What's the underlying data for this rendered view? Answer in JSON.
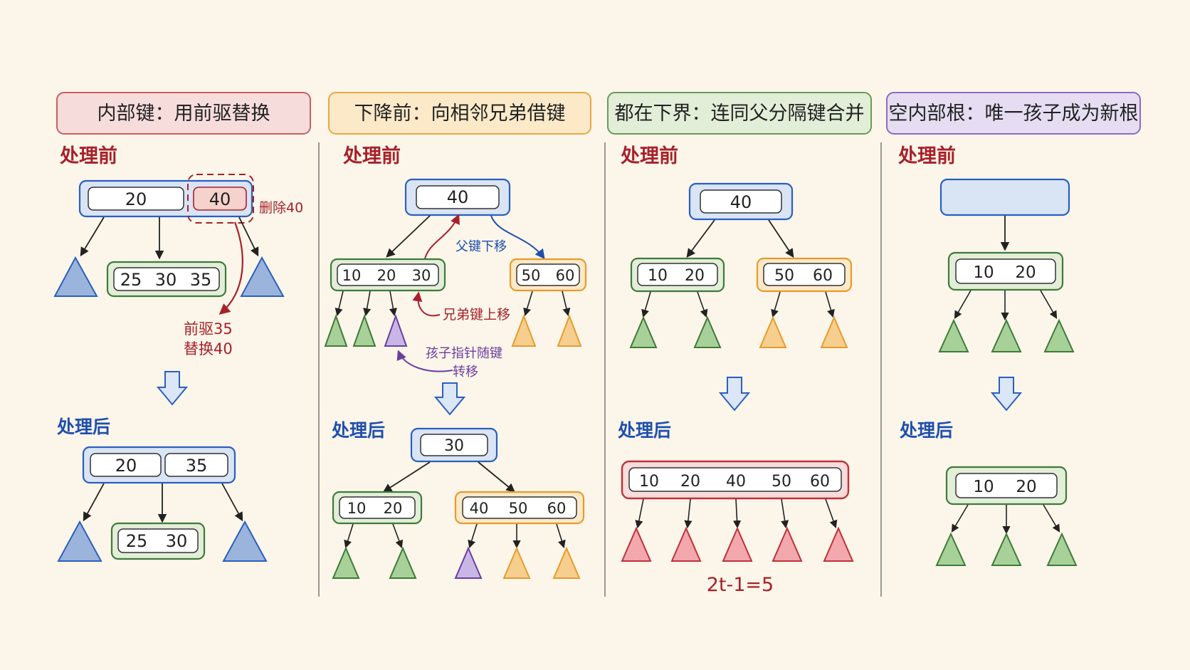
{
  "panels": [
    {
      "title": "内部键：用前驱替换",
      "before_label": "处理前",
      "after_label": "处理后",
      "before": {
        "root_keys": [
          "20",
          "40"
        ],
        "child_keys": [
          "25",
          "30",
          "35"
        ],
        "delete_note": "删除40",
        "pred_note": [
          "前驱35",
          "替换40"
        ]
      },
      "after": {
        "root_keys": [
          "20",
          "35"
        ],
        "child_keys": [
          "25",
          "30"
        ]
      }
    },
    {
      "title": "下降前：向相邻兄弟借键",
      "before_label": "处理前",
      "after_label": "处理后",
      "before": {
        "root_keys": [
          "40"
        ],
        "left_keys": [
          "10",
          "20",
          "30"
        ],
        "right_keys": [
          "50",
          "60"
        ],
        "parent_down_note": "父键下移",
        "sibling_up_note": "兄弟键上移",
        "child_move_note": [
          "孩子指针随键",
          "转移"
        ]
      },
      "after": {
        "root_keys": [
          "30"
        ],
        "left_keys": [
          "10",
          "20"
        ],
        "right_keys": [
          "40",
          "50",
          "60"
        ]
      }
    },
    {
      "title": "都在下界：连同父分隔键合并",
      "before_label": "处理前",
      "after_label": "处理后",
      "before": {
        "root_keys": [
          "40"
        ],
        "left_keys": [
          "10",
          "20"
        ],
        "right_keys": [
          "50",
          "60"
        ]
      },
      "after": {
        "merged_keys": [
          "10",
          "20",
          "40",
          "50",
          "60"
        ],
        "formula": "2t-1=5"
      }
    },
    {
      "title": "空内部根：唯一孩子成为新根",
      "before_label": "处理前",
      "after_label": "处理后",
      "before": {
        "child_keys": [
          "10",
          "20"
        ]
      },
      "after": {
        "root_keys": [
          "10",
          "20"
        ]
      }
    }
  ],
  "colors": {
    "background": "#fbf6e9",
    "red": "#a8202a",
    "blue": "#1f4fae",
    "green": "#3f7a3a",
    "orange": "#e89a2c",
    "purple": "#6b3fa0"
  }
}
